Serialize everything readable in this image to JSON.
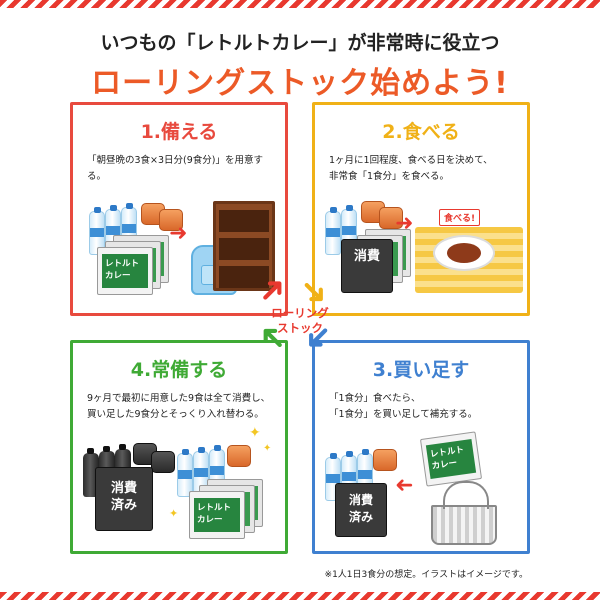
{
  "header": {
    "subtitle": "いつもの「レトルトカレー」が非常時に役立つ",
    "title": "ローリングストック始めよう!"
  },
  "center_label": [
    "ローリング",
    "ストック"
  ],
  "panels": [
    {
      "title": "1.備える",
      "desc": [
        "「朝昼晩の3食×3日分(9食分)」を用意する。"
      ],
      "pouch_label": [
        "レトルト",
        "カレー"
      ]
    },
    {
      "title": "2.食べる",
      "desc": [
        "1ヶ月に1回程度、食べる日を決めて、",
        "非常食「1食分」を食べる。"
      ],
      "consumed_label": "消費",
      "tag_label": "食べる!"
    },
    {
      "title": "3.買い足す",
      "desc": [
        "「1食分」食べたら、",
        "「1食分」を買い足して補充する。"
      ],
      "pouch_label": [
        "レトルト",
        "カレー"
      ],
      "consumed_label": [
        "消費",
        "済み"
      ]
    },
    {
      "title": "4.常備する",
      "desc": [
        "9ヶ月で最初に用意した9食は全て消費し、",
        "買い足した9食分とそっくり入れ替わる。"
      ],
      "consumed_label": [
        "消費",
        "済み"
      ],
      "pouch_label": [
        "レトルト",
        "カレー"
      ]
    }
  ],
  "colors": {
    "red": "#e84a3e",
    "yellow": "#f0b117",
    "blue": "#3f80d0",
    "green": "#3faa35",
    "title_orange": "#ec5a27"
  },
  "footnote": "※1人1日3食分の想定。イラストはイメージです。"
}
